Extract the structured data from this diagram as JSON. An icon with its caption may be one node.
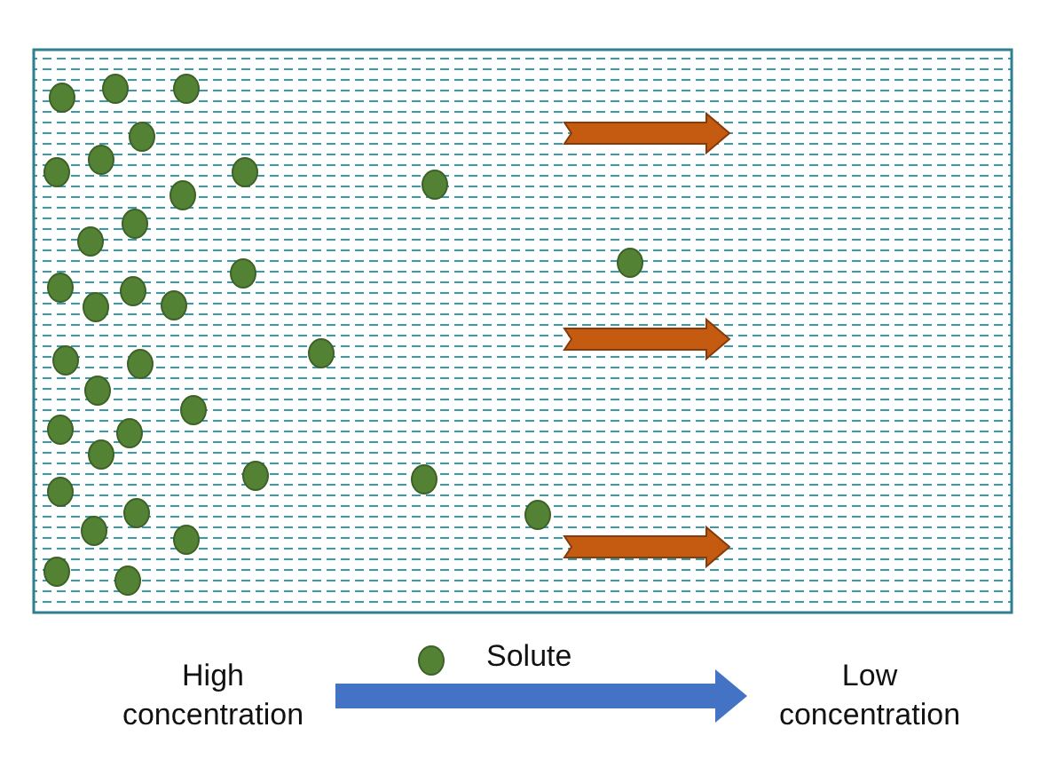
{
  "diagram": {
    "nodes": [
      {
        "text": [
          "High concentration"
        ]
      },
      {
        "text": [
          "Low concentration"
        ]
      }
    ],
    "edges": [
      {
        "from": 0,
        "to": 1,
        "arrow": "to"
      }
    ],
    "legend": [
      {
        "text": "Solute"
      }
    ]
  }
}
